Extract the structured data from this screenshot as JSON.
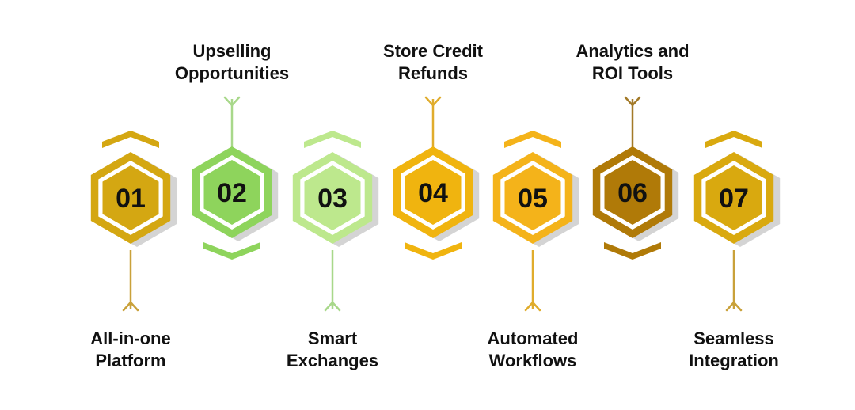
{
  "colors": {
    "shadow": "#d4d4d4",
    "text": "#111111"
  },
  "steps": [
    {
      "number": "01",
      "label": "All-in-one\nPlatform",
      "label_side": "bottom",
      "color": "#d4a712",
      "connector": "#c9a13a"
    },
    {
      "number": "02",
      "label": "Upselling\nOpportunities",
      "label_side": "top",
      "color": "#8ed45c",
      "connector": "#a8d88a"
    },
    {
      "number": "03",
      "label": "Smart\nExchanges",
      "label_side": "bottom",
      "color": "#bde88d",
      "connector": "#a8d88a"
    },
    {
      "number": "04",
      "label": "Store Credit\nRefunds",
      "label_side": "top",
      "color": "#f0b40f",
      "connector": "#e0ac2c"
    },
    {
      "number": "05",
      "label": "Automated\nWorkflows",
      "label_side": "bottom",
      "color": "#f4b31a",
      "connector": "#e0ac2c"
    },
    {
      "number": "06",
      "label": "Analytics and\nROI Tools",
      "label_side": "top",
      "color": "#b07a08",
      "connector": "#a37a28"
    },
    {
      "number": "07",
      "label": "Seamless\nIntegration",
      "label_side": "bottom",
      "color": "#d9a90f",
      "connector": "#c9a13a"
    }
  ]
}
